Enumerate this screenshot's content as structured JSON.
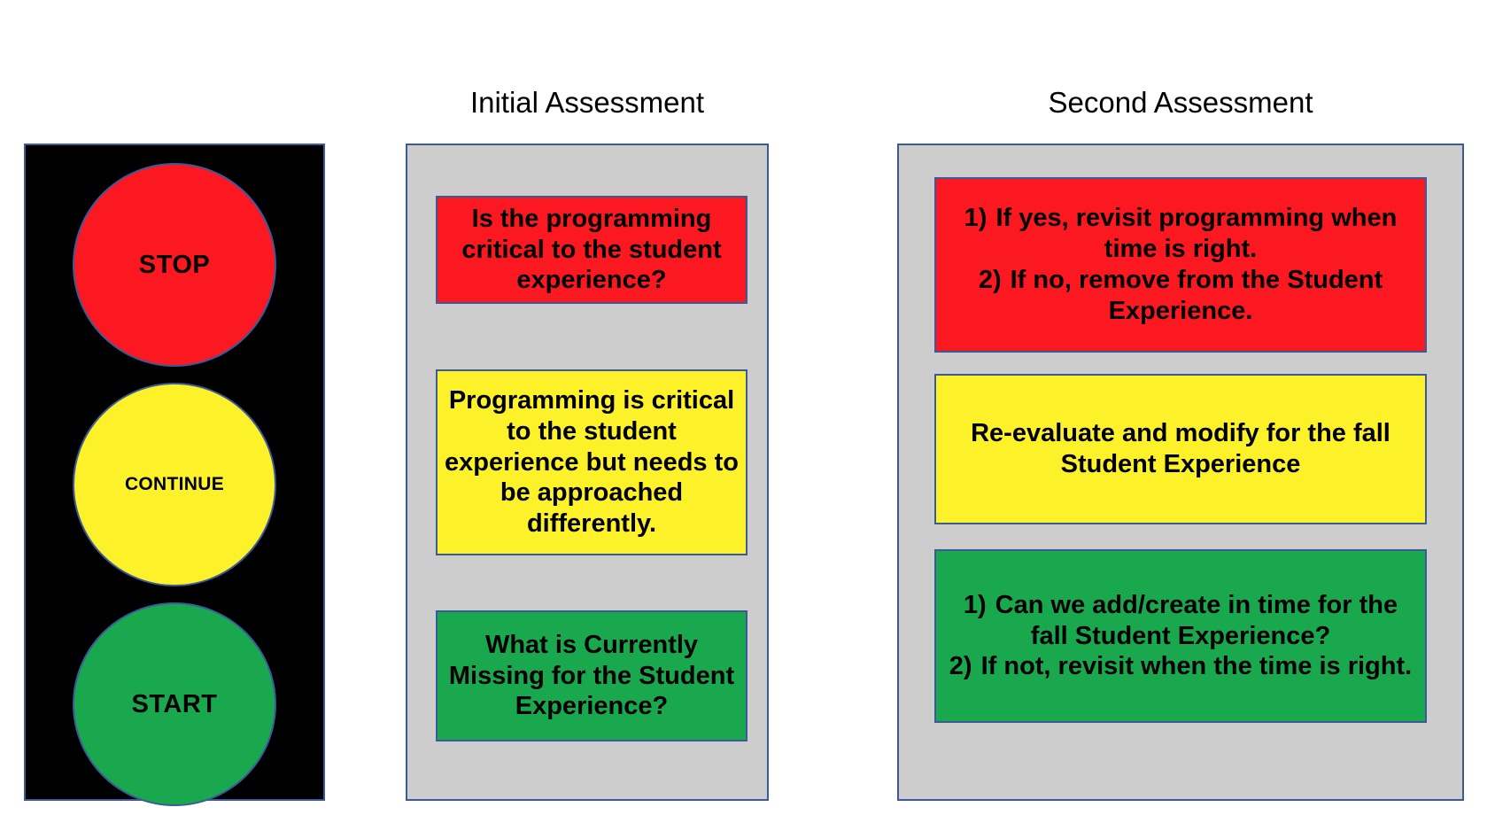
{
  "traffic_light": {
    "name": "traffic-light-graphic",
    "background_color": "#000000",
    "border_color": "#3b5a9a",
    "lamps": [
      {
        "id": "stop",
        "label": "STOP",
        "color": "#fc1821"
      },
      {
        "id": "continue",
        "label": "CONTINUE",
        "color": "#fdf229"
      },
      {
        "id": "start",
        "label": "START",
        "color": "#1aa84e"
      }
    ]
  },
  "columns": [
    {
      "id": "initial",
      "heading": "Initial Assessment",
      "panel_color": "#cdcdcd",
      "boxes": [
        {
          "id": "initial-red",
          "color": "#fc1821",
          "type": "paragraph",
          "text": "Is the programming critical to the student experience?"
        },
        {
          "id": "initial-yellow",
          "color": "#fdf229",
          "type": "paragraph",
          "text": "Programming is critical to the student experience but needs to be approached differently."
        },
        {
          "id": "initial-green",
          "color": "#1aa84e",
          "type": "paragraph",
          "text": "What is Currently Missing for the Student Experience?"
        }
      ]
    },
    {
      "id": "second",
      "heading": "Second Assessment",
      "panel_color": "#cdcdcd",
      "boxes": [
        {
          "id": "second-red",
          "color": "#fc1821",
          "type": "numbered",
          "items": [
            {
              "num": "1)",
              "text": "If yes, revisit programming when time is right."
            },
            {
              "num": "2)",
              "text": "If no, remove from the Student Experience."
            }
          ]
        },
        {
          "id": "second-yellow",
          "color": "#fdf229",
          "type": "paragraph",
          "text": "Re-evaluate and modify for the fall Student Experience"
        },
        {
          "id": "second-green",
          "color": "#1aa84e",
          "type": "numbered",
          "items": [
            {
              "num": "1)",
              "text": "Can we add/create in time for the fall Student Experience?"
            },
            {
              "num": "2)",
              "text": "If not, revisit when the time is right."
            }
          ]
        }
      ]
    }
  ]
}
